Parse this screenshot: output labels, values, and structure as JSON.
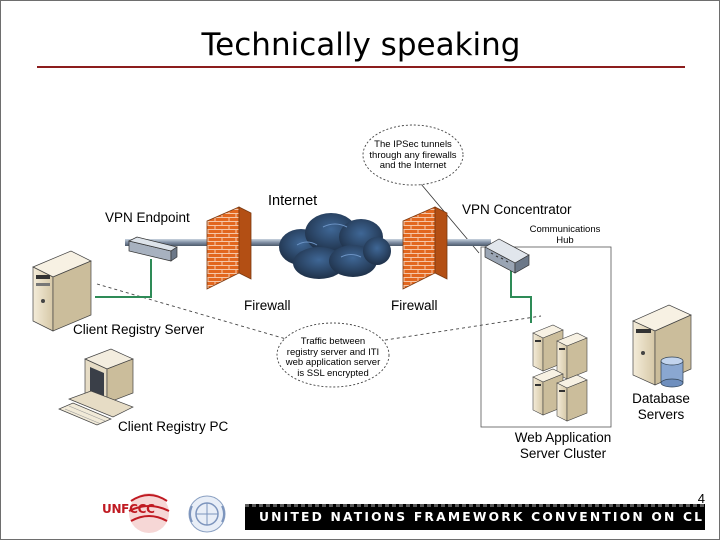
{
  "slide": {
    "title": "Technically speaking",
    "page_number": "4"
  },
  "labels": {
    "internet": "Internet",
    "vpn_endpoint": "VPN Endpoint",
    "vpn_concentrator": "VPN Concentrator",
    "comm_hub_line1": "Communications",
    "comm_hub_line2": "Hub",
    "firewall_left": "Firewall",
    "firewall_right": "Firewall",
    "client_registry_server": "Client Registry Server",
    "client_registry_pc": "Client Registry PC",
    "web_cluster_line1": "Web Application",
    "web_cluster_line2": "Server Cluster",
    "database_line1": "Database",
    "database_line2": "Servers"
  },
  "callouts": {
    "ipsec": [
      "The IPSec tunnels",
      "through any firewalls",
      "and the Internet"
    ],
    "ssl": [
      "Traffic between",
      "registry server and ITI",
      "web application server",
      "is SSL encrypted"
    ]
  },
  "footer": {
    "brand": "UNFCCC",
    "banner": "UNITED NATIONS FRAMEWORK CONVENTION ON CLIMATE CHANGE"
  },
  "colors": {
    "title_rule": "#8c1d1d",
    "brick": "#e2671f",
    "network_link": "#2e8b57",
    "pipe": "#7f8ea3",
    "cloud": "#1f3149",
    "brand": "#c01a22"
  }
}
